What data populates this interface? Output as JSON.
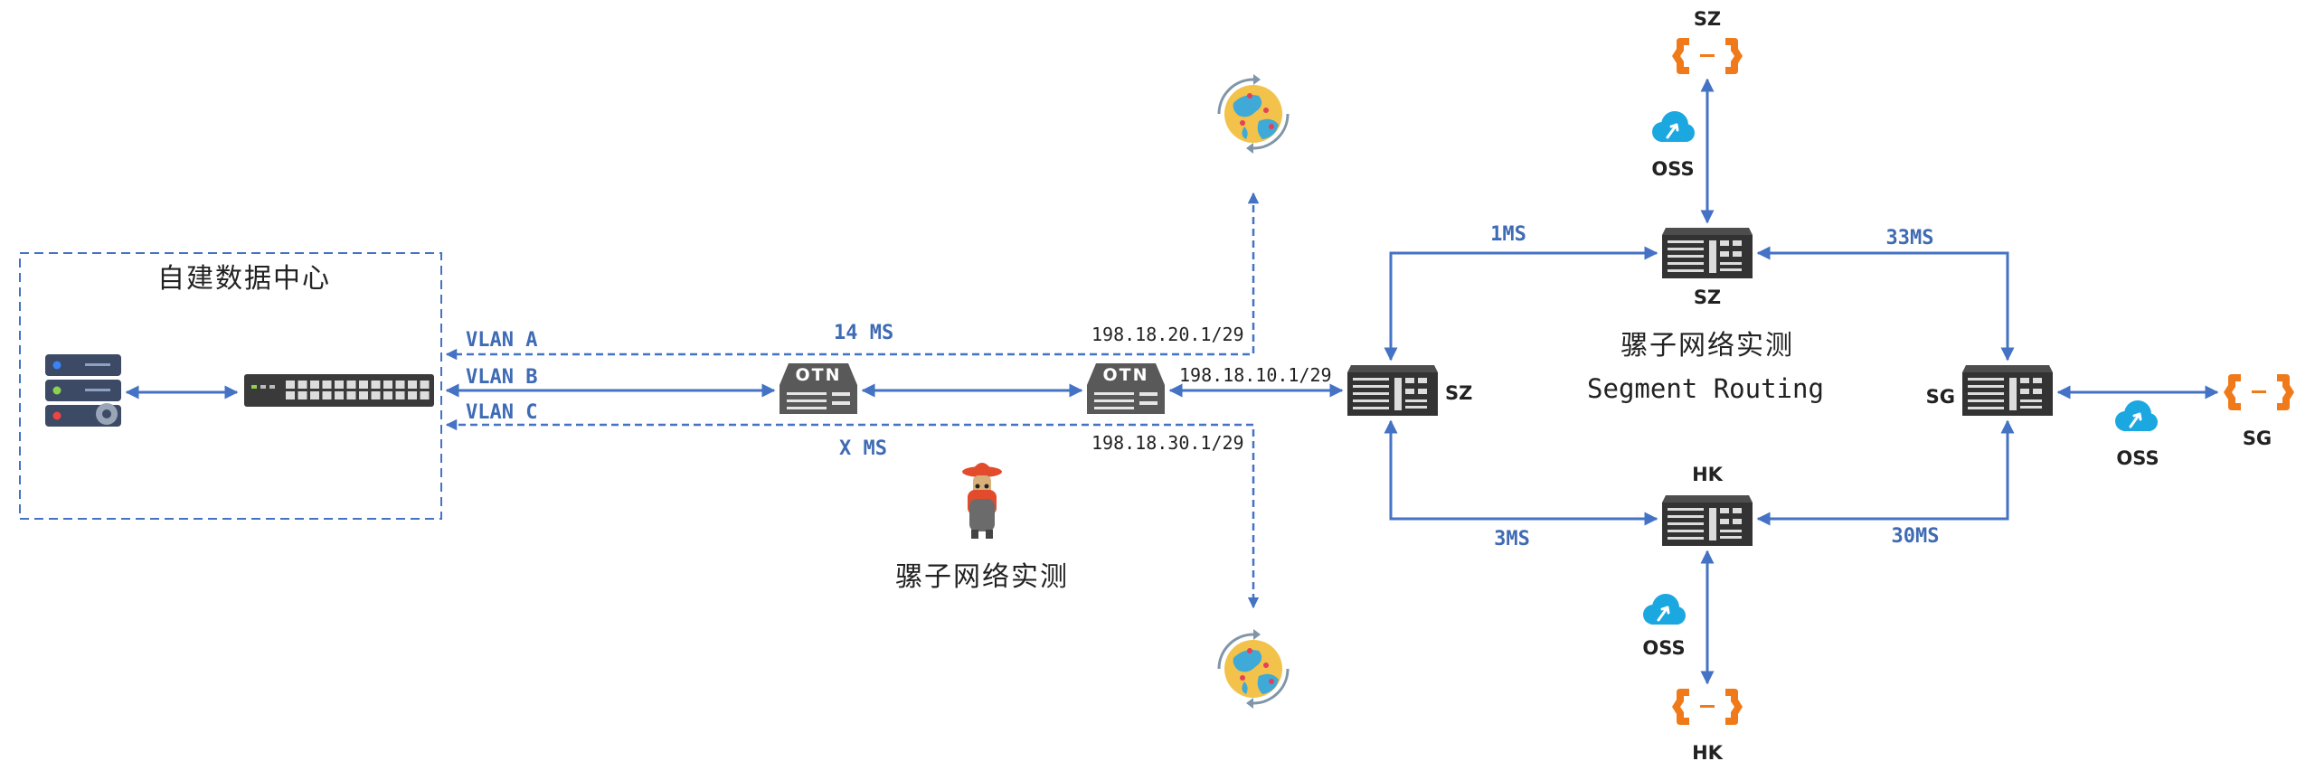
{
  "datacenter": {
    "title": "自建数据中心"
  },
  "vlans": {
    "a": "VLAN A",
    "b": "VLAN B",
    "c": "VLAN C"
  },
  "otn": {
    "label": "OTN"
  },
  "links": {
    "a_latency": "14 MS",
    "c_latency": "X MS",
    "a_ip": "198.18.20.1/29",
    "b_ip": "198.18.10.1/29",
    "c_ip": "198.18.30.1/29",
    "sz_top": "1MS",
    "top_sg": "33MS",
    "sz_bottom": "3MS",
    "bottom_sg": "30MS"
  },
  "brand": {
    "name": "骡子网络实测"
  },
  "core": {
    "title": "骡子网络实测",
    "subtitle": "Segment Routing"
  },
  "nodes": {
    "left_router": "SZ",
    "top_router": "SZ",
    "right_router": "SG",
    "bottom_router": "HK",
    "top_cloud": "SZ",
    "right_cloud": "SG",
    "bottom_cloud": "HK",
    "oss_top": "OSS",
    "oss_right": "OSS",
    "oss_bottom": "OSS"
  },
  "colors": {
    "line": "#4472c4",
    "text_blue": "#3f6bb4",
    "cloud_orange": "#f07a1a",
    "oss_blue": "#1ba7e0"
  }
}
